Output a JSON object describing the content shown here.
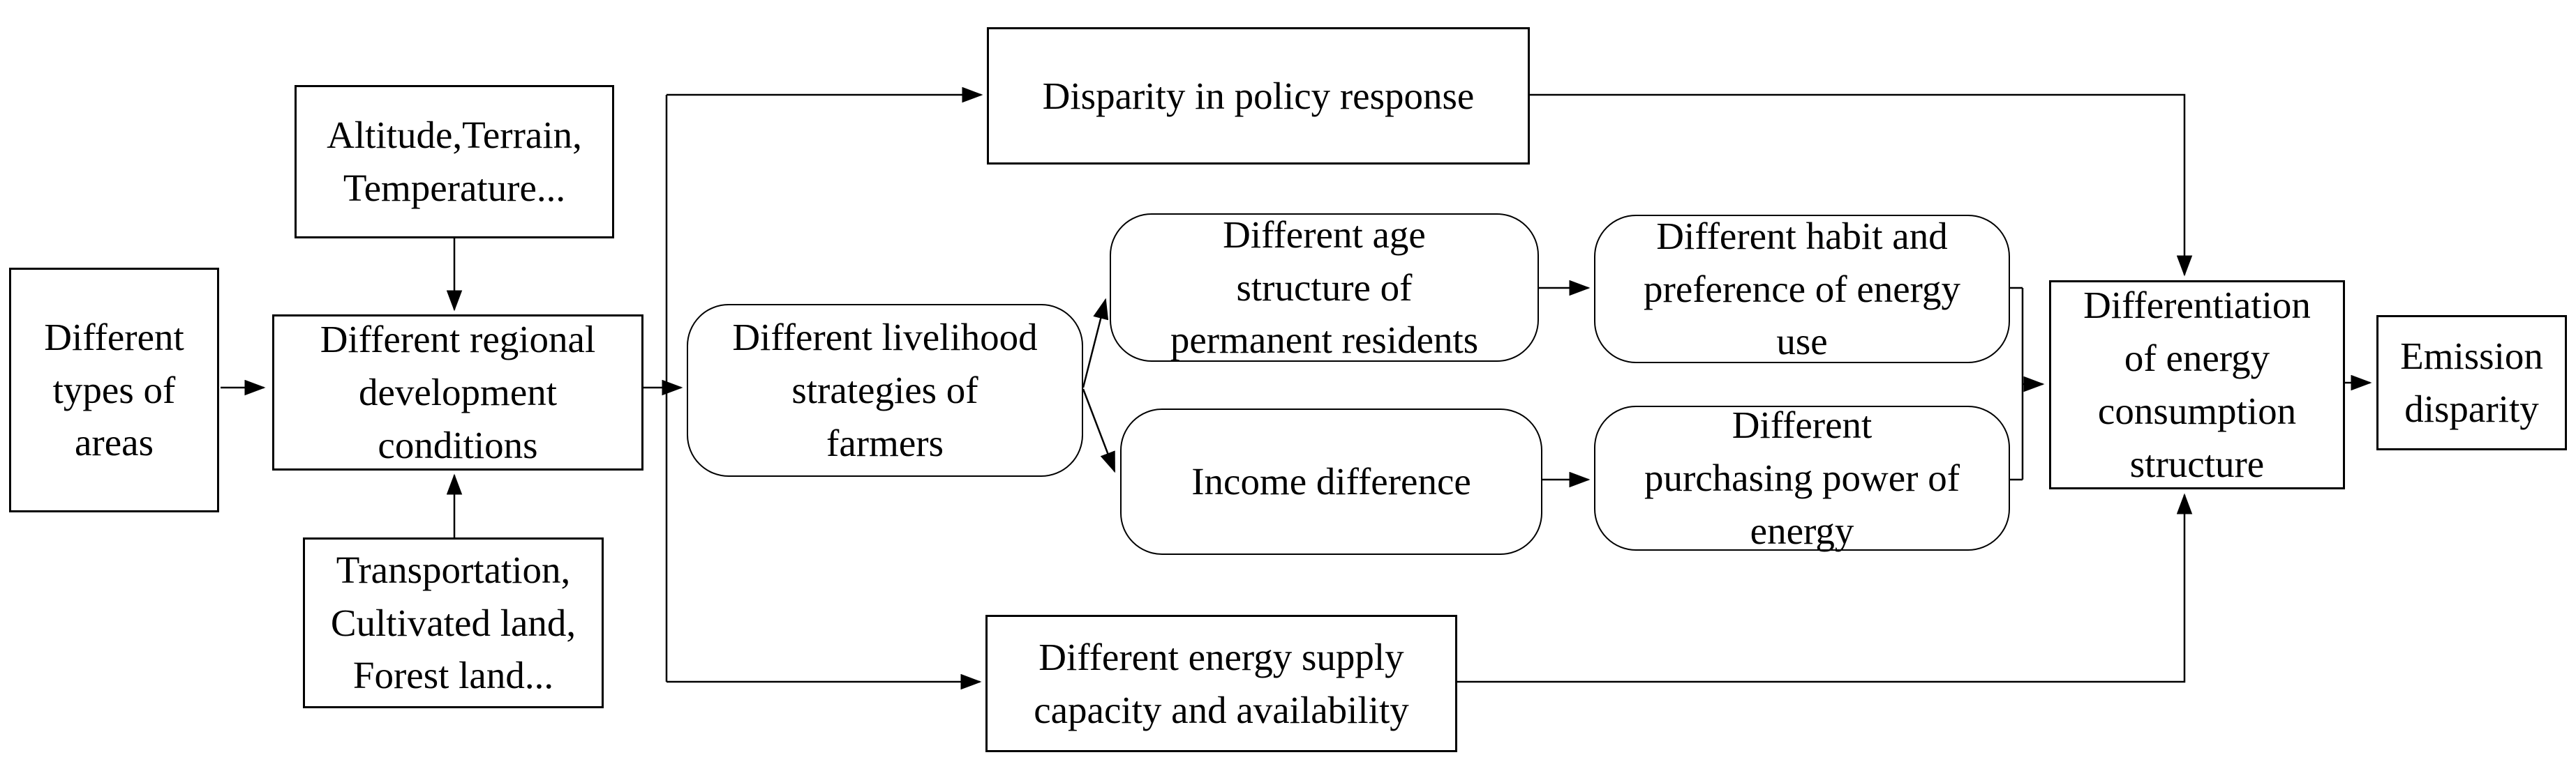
{
  "diagram": {
    "background_color": "#ffffff",
    "line_color": "#000000",
    "nodes": {
      "types_of_areas": {
        "text": "Different\ntypes of\nareas"
      },
      "altitude_terrain_temperature": {
        "text": "Altitude,Terrain,\nTemperature..."
      },
      "regional_development_conditions": {
        "text": "Different regional\ndevelopment\nconditions"
      },
      "transportation_cultivated_forest": {
        "text": "Transportation,\nCultivated land,\nForest land..."
      },
      "disparity_policy_response": {
        "text": "Disparity in policy response"
      },
      "livelihood_strategies": {
        "text": "Different livelihood\nstrategies of\nfarmers"
      },
      "age_structure": {
        "text": "Different age\nstructure of\npermanent residents"
      },
      "income_difference": {
        "text": "Income difference"
      },
      "habit_preference": {
        "text": "Different habit and\npreference of energy\nuse"
      },
      "purchasing_power": {
        "text": "Different\npurchasing power of\nenergy"
      },
      "energy_supply": {
        "text": "Different energy supply\ncapacity and availability"
      },
      "differentiation_energy_consumption": {
        "text": "Differentiation\nof energy\nconsumption\nstructure"
      },
      "emission_disparity": {
        "text": "Emission\ndisparity"
      }
    },
    "edges": [
      {
        "from": "types_of_areas",
        "to": "regional_development_conditions"
      },
      {
        "from": "altitude_terrain_temperature",
        "to": "regional_development_conditions"
      },
      {
        "from": "transportation_cultivated_forest",
        "to": "regional_development_conditions"
      },
      {
        "from": "regional_development_conditions",
        "to": "disparity_policy_response"
      },
      {
        "from": "regional_development_conditions",
        "to": "livelihood_strategies"
      },
      {
        "from": "regional_development_conditions",
        "to": "energy_supply"
      },
      {
        "from": "livelihood_strategies",
        "to": "age_structure"
      },
      {
        "from": "livelihood_strategies",
        "to": "income_difference"
      },
      {
        "from": "age_structure",
        "to": "habit_preference"
      },
      {
        "from": "income_difference",
        "to": "purchasing_power"
      },
      {
        "from": "habit_preference",
        "to": "differentiation_energy_consumption"
      },
      {
        "from": "purchasing_power",
        "to": "differentiation_energy_consumption"
      },
      {
        "from": "disparity_policy_response",
        "to": "differentiation_energy_consumption"
      },
      {
        "from": "energy_supply",
        "to": "differentiation_energy_consumption"
      },
      {
        "from": "differentiation_energy_consumption",
        "to": "emission_disparity"
      }
    ]
  }
}
